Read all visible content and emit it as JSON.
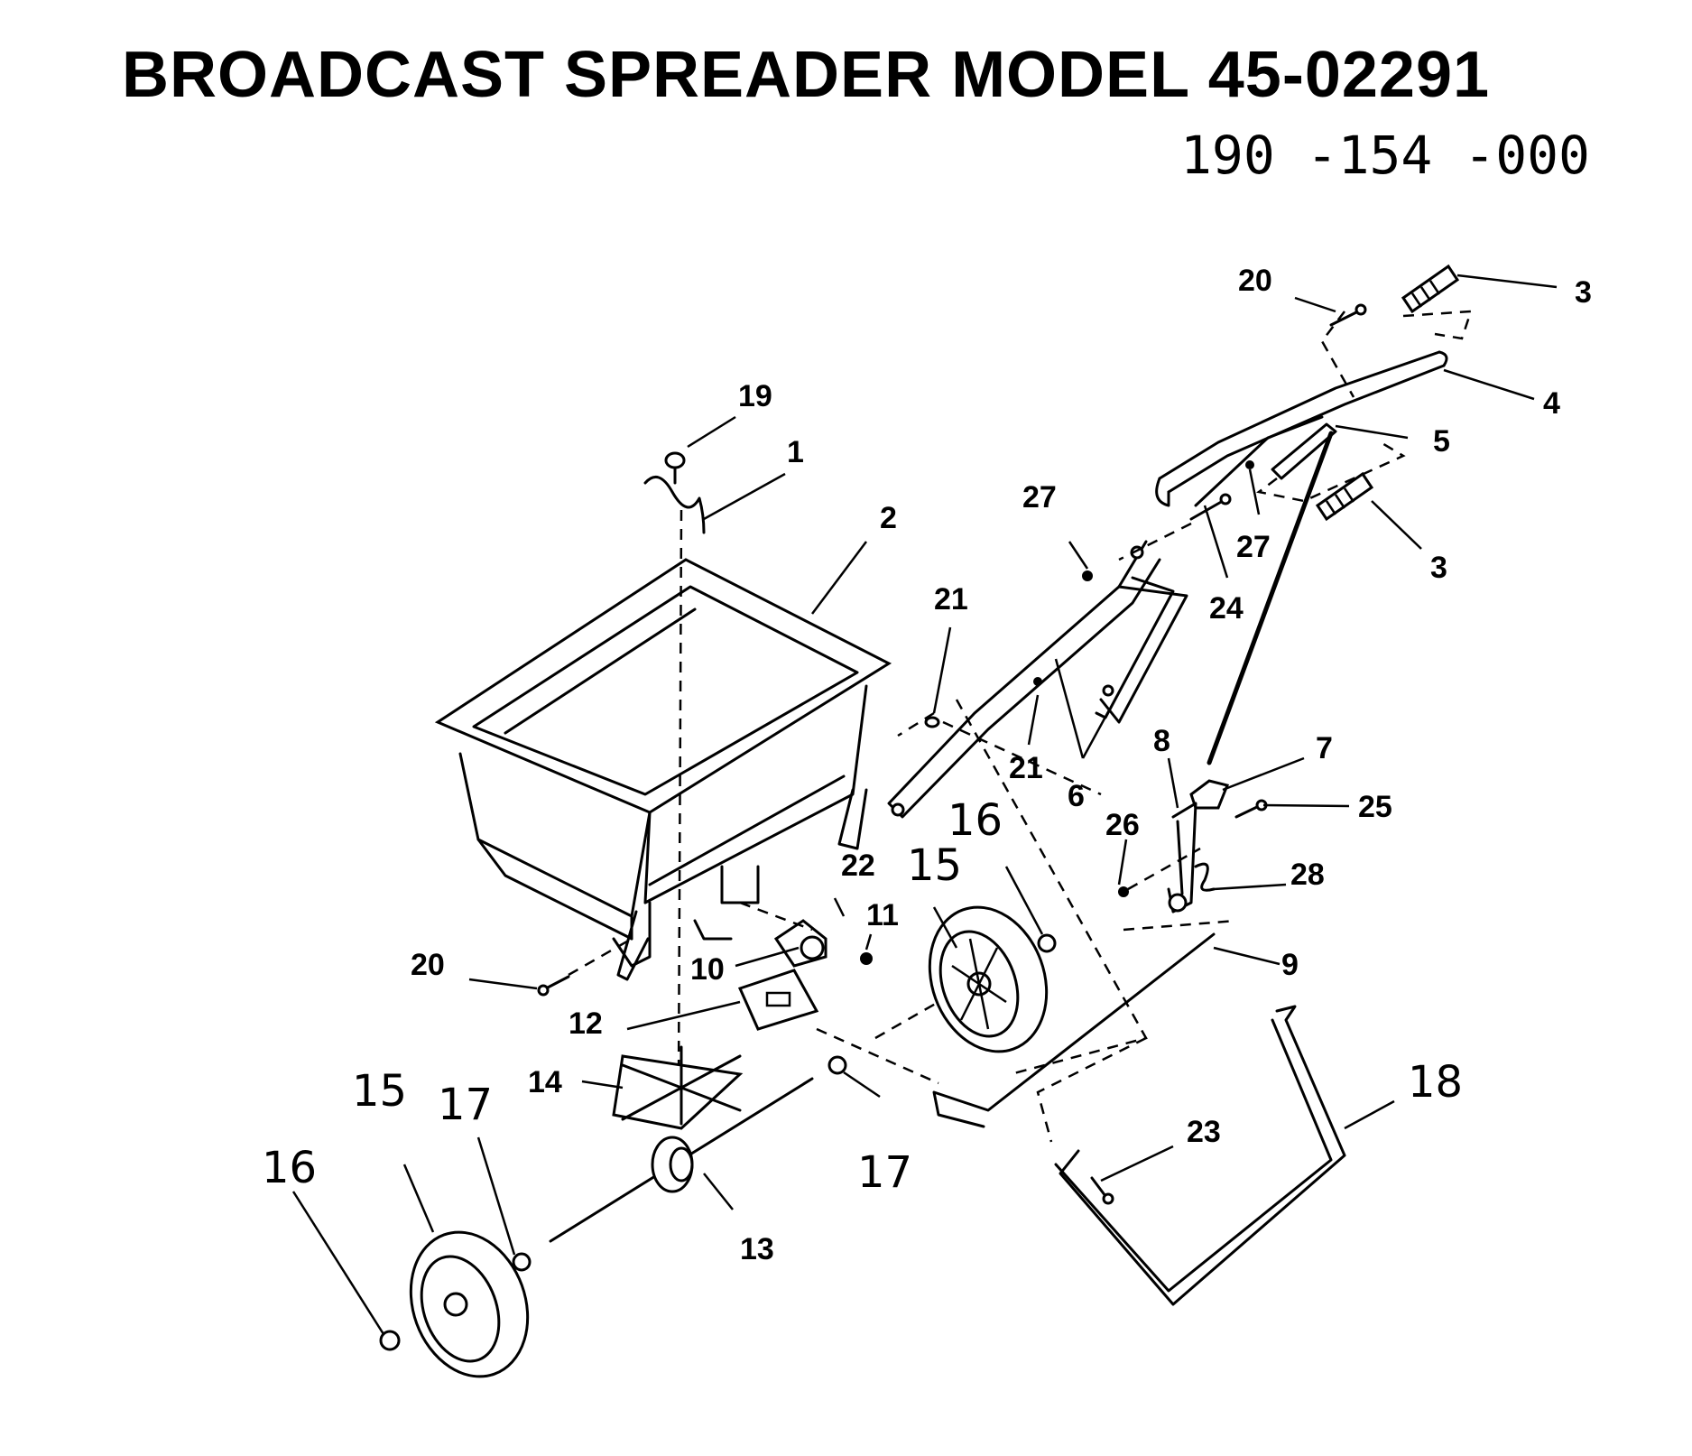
{
  "title": "BROADCAST SPREADER MODEL 45-02291",
  "part_code": "190 -154 -000",
  "callouts": [
    {
      "id": "c1",
      "text": "1"
    },
    {
      "id": "c2",
      "text": "2"
    },
    {
      "id": "c3a",
      "text": "3"
    },
    {
      "id": "c3b",
      "text": "3"
    },
    {
      "id": "c4",
      "text": "4"
    },
    {
      "id": "c5",
      "text": "5"
    },
    {
      "id": "c6",
      "text": "6"
    },
    {
      "id": "c7",
      "text": "7"
    },
    {
      "id": "c8",
      "text": "8"
    },
    {
      "id": "c9",
      "text": "9"
    },
    {
      "id": "c10",
      "text": "10"
    },
    {
      "id": "c11",
      "text": "11"
    },
    {
      "id": "c12",
      "text": "12"
    },
    {
      "id": "c13",
      "text": "13"
    },
    {
      "id": "c14",
      "text": "14"
    },
    {
      "id": "c15a",
      "text": "15"
    },
    {
      "id": "c15b",
      "text": "15"
    },
    {
      "id": "c16a",
      "text": "16"
    },
    {
      "id": "c16b",
      "text": "16"
    },
    {
      "id": "c17a",
      "text": "17"
    },
    {
      "id": "c17b",
      "text": "17"
    },
    {
      "id": "c18",
      "text": "18"
    },
    {
      "id": "c19",
      "text": "19"
    },
    {
      "id": "c20a",
      "text": "20"
    },
    {
      "id": "c20b",
      "text": "20"
    },
    {
      "id": "c21a",
      "text": "21"
    },
    {
      "id": "c21b",
      "text": "21"
    },
    {
      "id": "c22",
      "text": "22"
    },
    {
      "id": "c23",
      "text": "23"
    },
    {
      "id": "c24",
      "text": "24"
    },
    {
      "id": "c25",
      "text": "25"
    },
    {
      "id": "c26",
      "text": "26"
    },
    {
      "id": "c27a",
      "text": "27"
    },
    {
      "id": "c27b",
      "text": "27"
    },
    {
      "id": "c28",
      "text": "28"
    }
  ]
}
